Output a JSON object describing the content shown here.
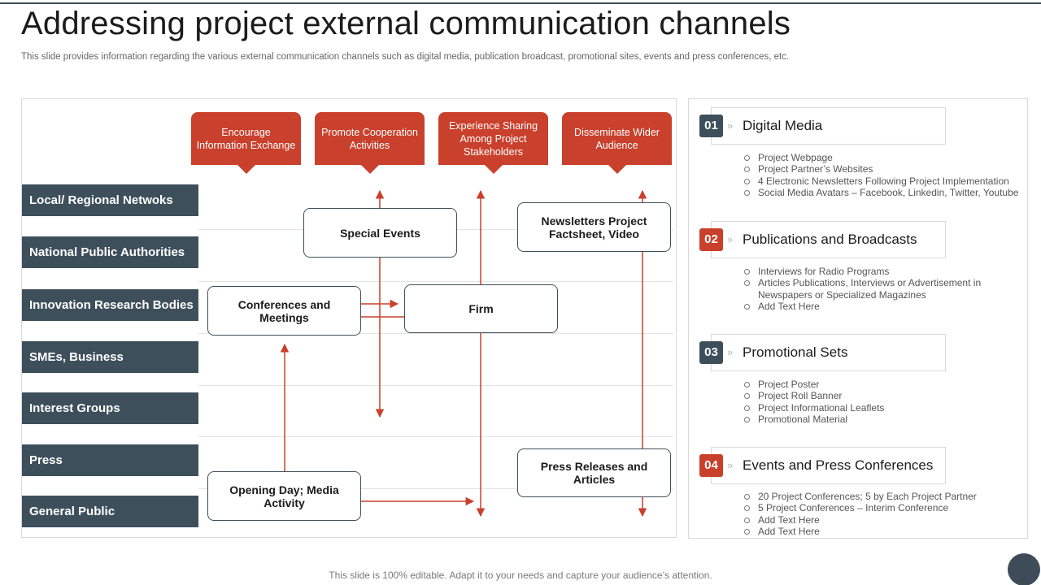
{
  "title": "Addressing project external communication channels",
  "subtitle": "This slide provides information regarding the various external communication channels such as digital media, publication broadcast, promotional sites, events and press conferences, etc.",
  "footer": "This slide is 100% editable. Adapt it to your needs and capture your audience’s attention.",
  "colors": {
    "accent_red": "#c9402c",
    "slate": "#3e4f5c"
  },
  "diagram": {
    "header_boxes": [
      "Encourage Information Exchange",
      "Promote Cooperation Activities",
      "Experience Sharing Among Project Stakeholders",
      "Disseminate Wider Audience"
    ],
    "row_labels": [
      "Local/ Regional Netwoks",
      "National Public Authorities",
      "Innovation Research Bodies",
      "SMEs, Business",
      "Interest Groups",
      "Press",
      "General Public"
    ],
    "nodes": {
      "special_events": "Special Events",
      "newsletters": "Newsletters Project Factsheet, Video",
      "conferences": "Conferences and Meetings",
      "firm": "Firm",
      "press_releases": "Press Releases and Articles",
      "opening_day": "Opening Day; Media Activity"
    }
  },
  "categories": [
    {
      "number": "01",
      "title": "Digital Media",
      "color": "#3e4f5c",
      "items": [
        "Project Webpage",
        "Project Partner’s Websites",
        "4 Electronic Newsletters Following Project Implementation",
        "Social Media Avatars – Facebook, Linkedin, Twitter, Youtube"
      ]
    },
    {
      "number": "02",
      "title": "Publications and Broadcasts",
      "color": "#c9402c",
      "items": [
        "Interviews for Radio Programs",
        "Articles Publications, Interviews or Advertisement in Newspapers or Specialized Magazines",
        "Add Text Here"
      ]
    },
    {
      "number": "03",
      "title": "Promotional Sets",
      "color": "#3e4f5c",
      "items": [
        "Project Poster",
        "Project Roll Banner",
        "Project Informational Leaflets",
        "Promotional Material"
      ]
    },
    {
      "number": "04",
      "title": "Events and Press Conferences",
      "color": "#c9402c",
      "items": [
        "20 Project Conferences; 5 by Each Project Partner",
        "5 Project Conferences – Interim Conference",
        "Add Text Here",
        "Add Text Here"
      ]
    }
  ]
}
